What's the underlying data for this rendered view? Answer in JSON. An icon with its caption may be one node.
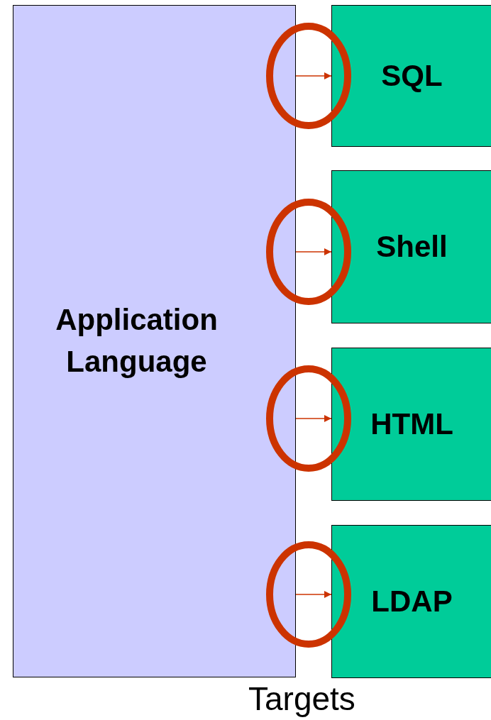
{
  "diagram": {
    "nodes": [
      {
        "text": [
          "Application Language"
        ]
      },
      {
        "text": [
          "SQL"
        ]
      },
      {
        "text": [
          "Shell"
        ]
      },
      {
        "text": [
          "HTML"
        ]
      },
      {
        "text": [
          "LDAP"
        ]
      }
    ],
    "edges": [
      {
        "from": 0,
        "to": 1,
        "arrow": "to"
      },
      {
        "from": 0,
        "to": 2,
        "arrow": "to"
      },
      {
        "from": 0,
        "to": 3,
        "arrow": "to"
      },
      {
        "from": 0,
        "to": 4,
        "arrow": "to"
      }
    ],
    "labels": [
      "Targets"
    ]
  }
}
